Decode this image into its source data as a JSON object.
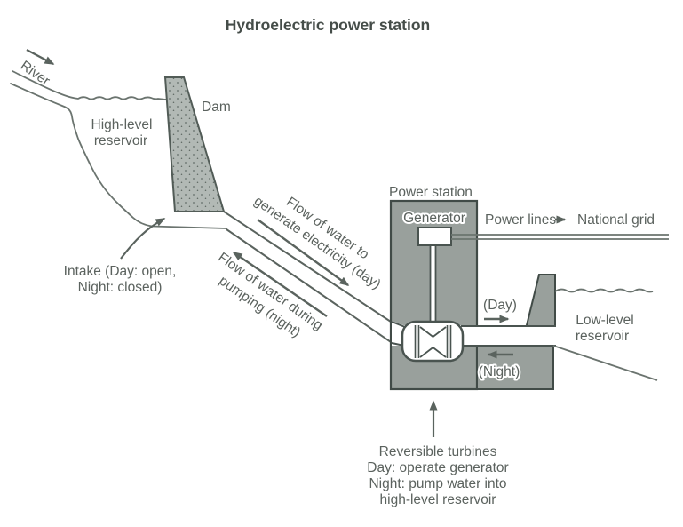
{
  "title": "Hydroelectric power station",
  "colors": {
    "station_gray": "#99a09c",
    "dam_gray": "#b2b9b5",
    "line_gray": "#5a635e",
    "bank_line_gray": "#6b746f",
    "text_gray": "#5b625e"
  },
  "labels": {
    "river": "River",
    "high_reservoir_line1": "High-level",
    "high_reservoir_line2": "reservoir",
    "dam": "Dam",
    "intake_line1": "Intake (Day: open,",
    "intake_line2": "Night: closed)",
    "flow_day_line1": "Flow of water to",
    "flow_day_line2": "generate electricity (day)",
    "flow_night_line1": "Flow of water during",
    "flow_night_line2": "pumping (night)",
    "power_station": "Power station",
    "generator": "Generator",
    "power_lines": "Power lines",
    "national_grid": "National grid",
    "day": "(Day)",
    "night": "(Night)",
    "low_reservoir_line1": "Low-level",
    "low_reservoir_line2": "reservoir",
    "turbine_caption_line1": "Reversible turbines",
    "turbine_caption_line2": "Day: operate generator",
    "turbine_caption_line3": "Night: pump water into",
    "turbine_caption_line4": "high-level reservoir"
  }
}
